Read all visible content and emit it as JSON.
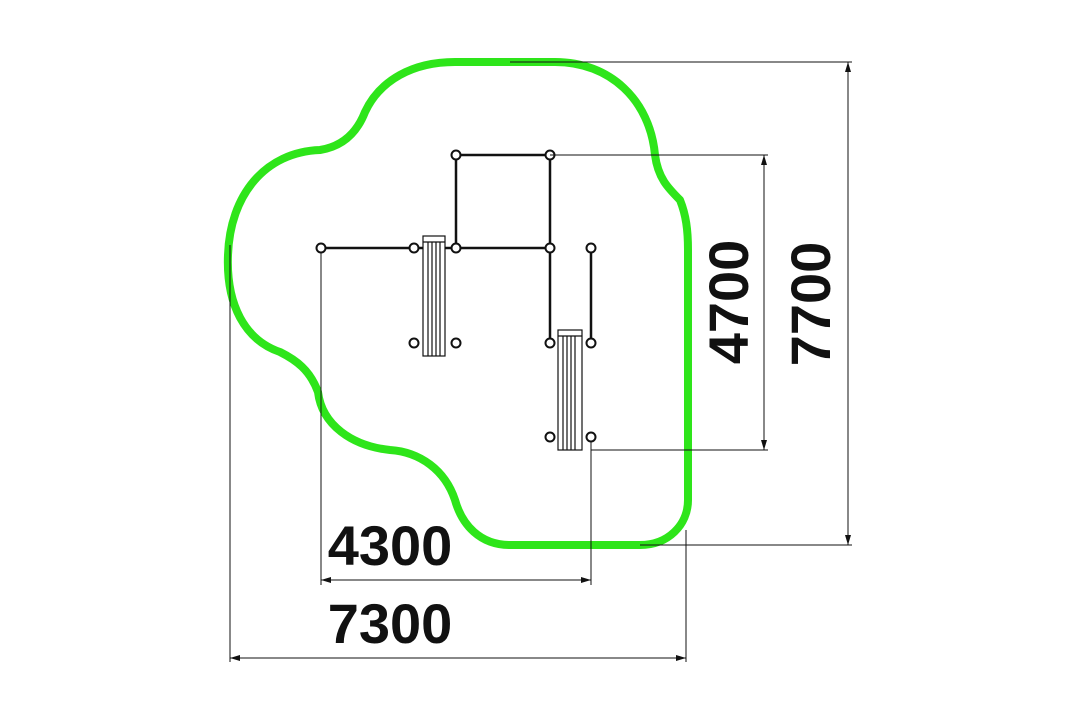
{
  "colors": {
    "zone_outline": "#2ee51a",
    "line": "#111111",
    "background": "#ffffff"
  },
  "dimensions": {
    "inner_width": "4300",
    "outer_width": "7300",
    "inner_height": "4700",
    "outer_height": "7700"
  }
}
